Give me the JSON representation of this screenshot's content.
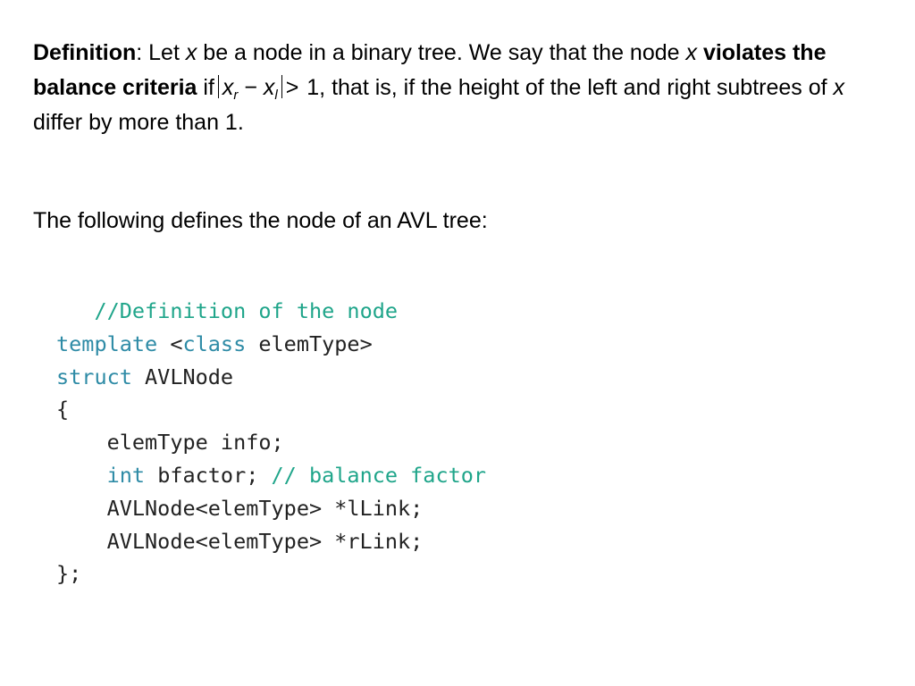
{
  "definition": {
    "term": "Definition",
    "intro_a": ": Let ",
    "var_x": "x",
    "intro_b": " be a node in a binary tree. We say that the node ",
    "bold_phrase": "violates the balance criteria",
    "if_word": " if",
    "sub_r": "r",
    "minus": " − ",
    "sub_l": "l",
    "gt": "> ",
    "rest_a": "1, that is, if the height of the left and right subtrees of ",
    "rest_b": " differ by more than 1."
  },
  "following_text": "The following defines the node of an AVL tree:",
  "code": {
    "line1_comment": "//Definition of the node",
    "line2_kw1": "template",
    "line2_text1": " <",
    "line2_kw2": "class",
    "line2_text2": " elemType>",
    "line3_kw": "struct",
    "line3_text": " AVLNode",
    "line4_text": "{",
    "line5_text": "elemType info;",
    "line6_kw": "int",
    "line6_text": " bfactor; ",
    "line6_comment": "// balance factor",
    "line7_text": "AVLNode<elemType> *lLink;",
    "line8_text": "AVLNode<elemType> *rLink;",
    "line9_text": "};"
  }
}
